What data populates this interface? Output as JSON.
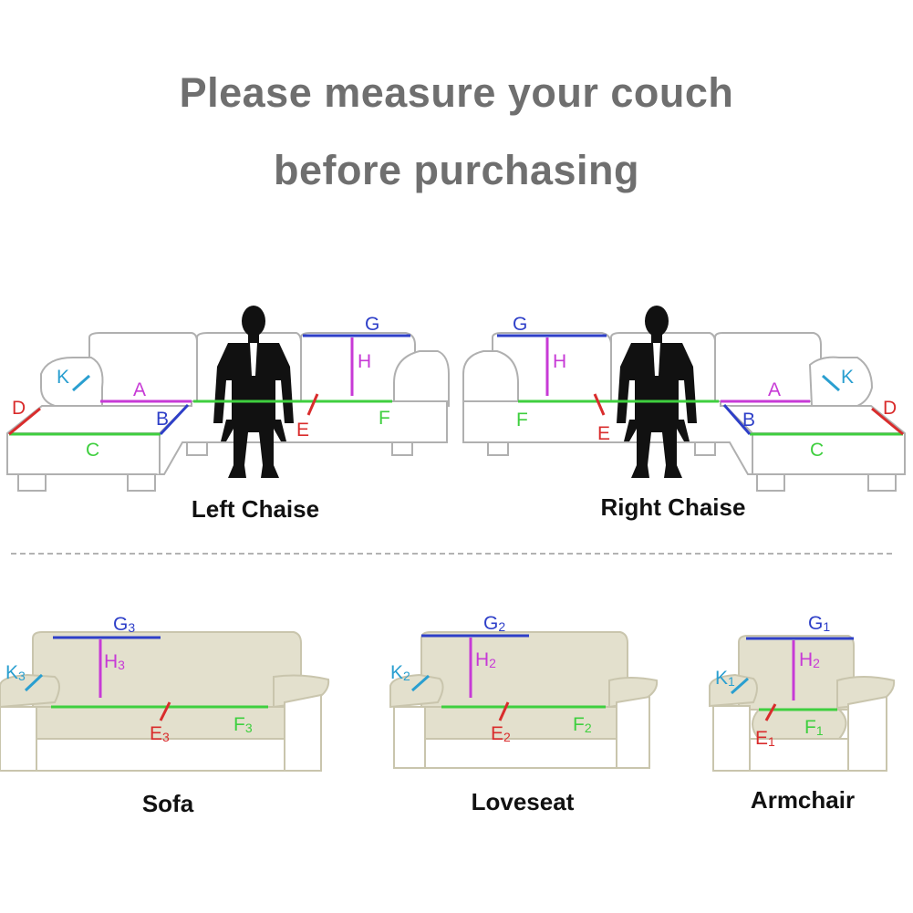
{
  "title": {
    "line1": "Please measure your couch",
    "line2": "before purchasing"
  },
  "colors": {
    "title_gray": "#6f6f6f",
    "blue": "#2e3fc8",
    "magenta": "#c73ad6",
    "green": "#3fcf3f",
    "red": "#d92c2c",
    "cyan": "#2a9fd0",
    "sofa_beige": "#e3e0cd",
    "chaise_outline": "#b8b8b8",
    "silhouette": "#111111",
    "divider": "#9a9a9a"
  },
  "icons": [
    "person-silhouette-icon"
  ],
  "panels": {
    "left_chaise": {
      "caption": "Left Chaise",
      "labels": {
        "G": "G",
        "H": "H",
        "A": "A",
        "B": "B",
        "C": "C",
        "D": "D",
        "E": "E",
        "F": "F",
        "K": "K"
      }
    },
    "right_chaise": {
      "caption": "Right Chaise",
      "labels": {
        "G": "G",
        "H": "H",
        "A": "A",
        "B": "B",
        "C": "C",
        "D": "D",
        "E": "E",
        "F": "F",
        "K": "K"
      }
    },
    "sofa": {
      "caption": "Sofa",
      "labels": {
        "G": "G",
        "G_sub": "3",
        "H": "H",
        "H_sub": "3",
        "K": "K",
        "K_sub": "3",
        "E": "E",
        "E_sub": "3",
        "F": "F",
        "F_sub": "3"
      }
    },
    "loveseat": {
      "caption": "Loveseat",
      "labels": {
        "G": "G",
        "G_sub": "2",
        "H": "H",
        "H_sub": "2",
        "K": "K",
        "K_sub": "2",
        "E": "E",
        "E_sub": "2",
        "F": "F",
        "F_sub": "2"
      }
    },
    "armchair": {
      "caption": "Armchair",
      "labels": {
        "G": "G",
        "G_sub": "1",
        "H": "H",
        "H_sub": "2",
        "K": "K",
        "K_sub": "1",
        "E": "E",
        "E_sub": "1",
        "F": "F",
        "F_sub": "1"
      }
    }
  }
}
